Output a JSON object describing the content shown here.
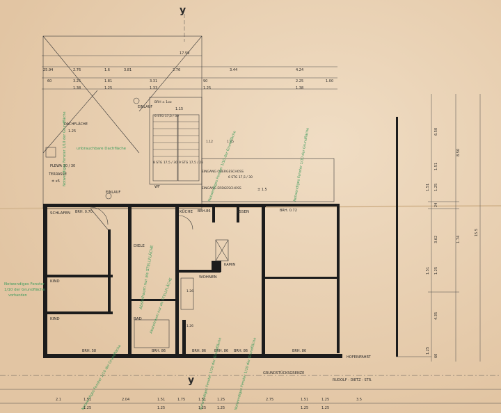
{
  "colors": {
    "paper": "#e9d4b8",
    "ink": "#1c1c1c",
    "stamp_green": "#3e9c5e"
  },
  "axis_marks": {
    "top": "y",
    "bottom": "y"
  },
  "upper_floor": {
    "roof_label": "DACHFLÄCHE",
    "roof_value": "1.25",
    "top_dim": "17.59",
    "einlauf_1": "EINLAUF",
    "einlauf_2": "EINLAUF",
    "stair_1": "6 STG 17,5 / 30",
    "stair_2": "8 STG 17,5 / 30",
    "stair_3": "9 STG 17,5 / 26",
    "brh_1": "BRH ± 1oo",
    "plewa": "PLEWA 30 / 30",
    "terrasse": "TERRASSE",
    "terrasse_val": "± x5",
    "wf": "WF",
    "eingang_1": "EINGANG OBERGESCHOSS",
    "eingang_2": "EINGANG ERDGESCHOSS",
    "stair_4": "6 STG 17,5 / 30",
    "level_val": "1.15",
    "level_val2": "± 1.5"
  },
  "rooms": {
    "schlafen": "SCHLAFEN",
    "schlafen_brh": "BRH. 0.70",
    "kuche": "KÜCHE",
    "kuche_brh": "BRH.86",
    "essen": "ESSEN",
    "right_brh": "BRH. 0.72",
    "diele": "DIELE",
    "kind_1": "KIND",
    "kind_2": "KIND",
    "bad": "BAD",
    "kamin": "KAMIN",
    "wohnen": "WOHNEN",
    "hofeinfahrt": "HOFEINFAHRT",
    "grundstucksgrenze": "GRUNDSTÜCKSGRENZE",
    "street": "RUDOLF - DIETZ - STR."
  },
  "bottom_brh": [
    "BRH. 58",
    "BRH. 86",
    "BRH. 86",
    "BRH. 86",
    "BRH. 86",
    "BRH. 86"
  ],
  "green_notes": {
    "n1": "unbrauchbare Dachfläche",
    "n2": "Notwendiges Fenster 1/10 der Grundfläche",
    "n3": "Notwendiges Fenster 1/10 der Grundfläche",
    "n4": "Notwendiges Fenster 1/10 der Grundfläche",
    "n5": "Abstellraum nur als STELLFLÄCHE",
    "n6": "Abstellraum nur als STELLFLÄCHE",
    "n7": "Notwendiges Fenster 1/10 der Grundfläche",
    "n8": "Notwendiges Fenster 1/10 der Grundfläche",
    "n9": "Notwendiges Fenster 1/10 der Grundfläche",
    "left_1": "Notwendiges Fenster",
    "left_2": "1/10 der Grundfläche",
    "left_3": "vorhanden"
  },
  "top_dims_row1": [
    "25.94",
    "2.76",
    "1.6",
    "3.81",
    "2.76",
    "3.44",
    "4.24"
  ],
  "top_dims_row2": [
    "60",
    "3.25",
    "1.81",
    "3.31",
    "90",
    "2.25",
    "1.00"
  ],
  "top_dims_row3": [
    "1.38",
    "1.25",
    "1.33",
    "1.25",
    "1.38"
  ],
  "bottom_dims_row1": [
    "2.1",
    "1.51",
    "2.04",
    "1.51",
    "1.75",
    "1.51",
    "1.25",
    "2.75",
    "1.51",
    "1.25",
    "3.5"
  ],
  "bottom_dims_row2": [
    "1.25",
    "1.25",
    "1.25",
    "1.25",
    "1.25",
    "1.25"
  ],
  "right_dims": [
    "6.50",
    "1.51",
    "1.25",
    "1.51",
    "24",
    "3.62",
    "1.25",
    "1.51",
    "4.35",
    "1.25",
    "60",
    "15.5",
    "8.50",
    "1.74"
  ],
  "inner_dims": [
    "1.12",
    "1.25",
    "1.26",
    "1.26"
  ]
}
